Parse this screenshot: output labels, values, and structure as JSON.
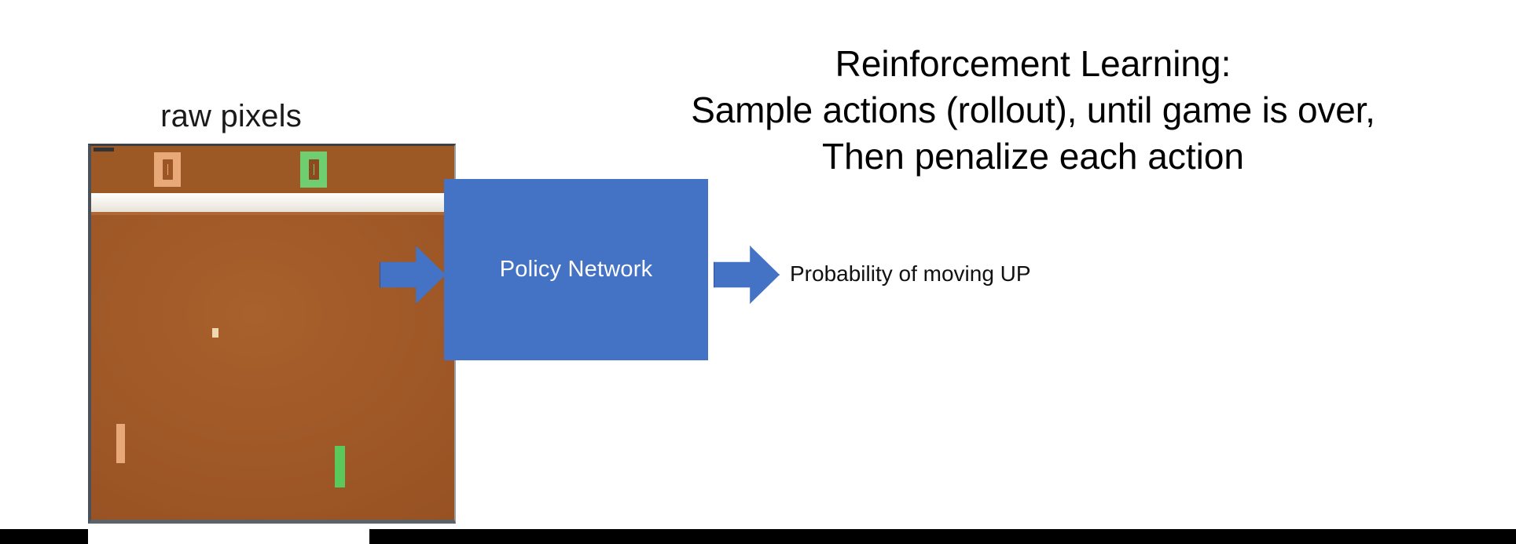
{
  "slide": {
    "background_color": "#ffffff"
  },
  "diagram": {
    "input_caption": "raw pixels",
    "heading_lines": [
      "Reinforcement Learning:",
      "Sample actions (rollout), until game is over,",
      "Then penalize each action"
    ],
    "policy_box": {
      "label": "Policy Network",
      "fill_color": "#4472c4",
      "text_color": "#ffffff"
    },
    "arrows": [
      {
        "name": "input-arrow",
        "direction": "right",
        "fill_color": "#4472c4",
        "stroke_color": "#2f5496"
      },
      {
        "name": "output-arrow",
        "direction": "right",
        "fill_color": "#4472c4",
        "stroke_color": "#2f5496"
      }
    ],
    "output_label": "Probability of moving UP"
  },
  "pong": {
    "background_color": "#9c5525",
    "divider_color": "#f2efe9",
    "score_left": {
      "value": "0",
      "box_color": "#e8a878",
      "digit_color": "#9c5525"
    },
    "score_right": {
      "value": "0",
      "box_color": "#6fce6f",
      "digit_color": "#8c4a1e"
    },
    "paddle_left_color": "#e8a878",
    "paddle_right_color": "#5bc85b",
    "ball_color": "#f2d8b0",
    "frame_border_color": "#4a5158"
  },
  "letterbox": {
    "color": "#000000"
  }
}
